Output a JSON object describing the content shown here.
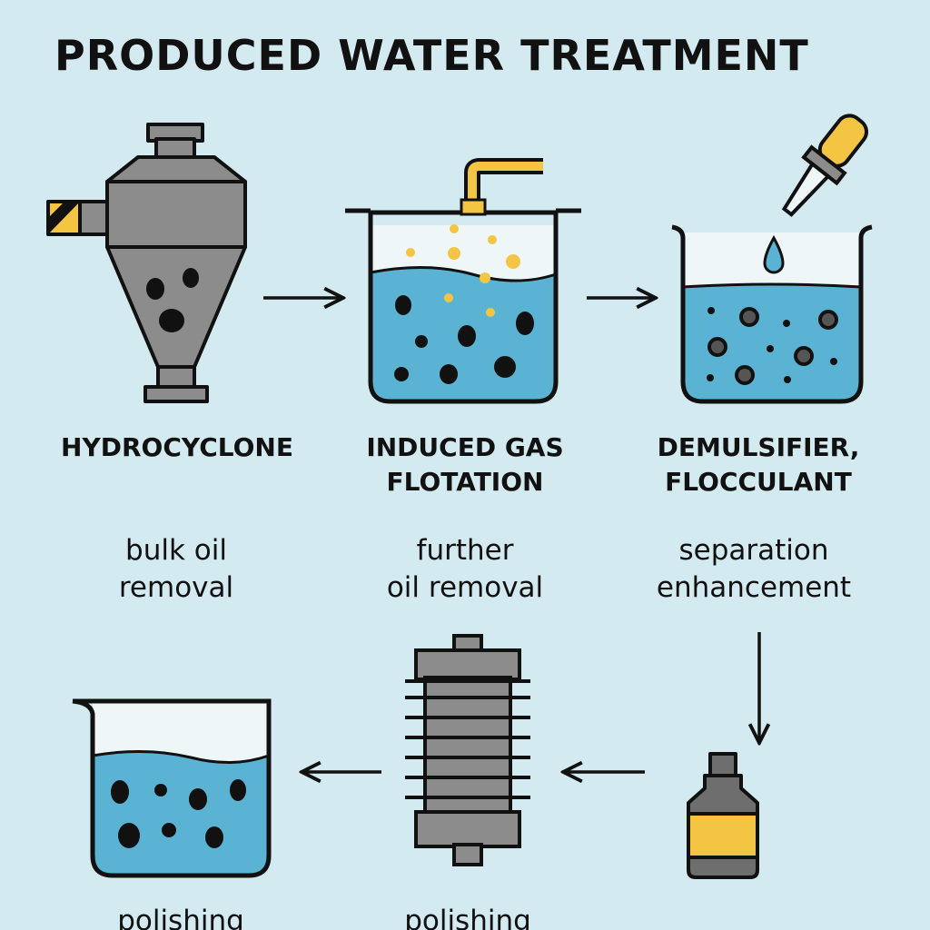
{
  "title": "PRODUCED WATER TREATMENT",
  "colors": {
    "background": "#d3eaf0",
    "water": "#5bb3d4",
    "metal": "#8c8c8c",
    "accent": "#f4c542",
    "ink": "#111111"
  },
  "steps": [
    {
      "name": "HYDROCYCLONE",
      "description": "bulk oil\nremoval",
      "icon": "hydrocyclone-icon"
    },
    {
      "name": "INDUCED GAS\nFLOTATION",
      "description": "further\noil removal",
      "icon": "flotation-tank-icon"
    },
    {
      "name": "DEMULSIFIER,\nFLOCCULANT",
      "description": "separation\nenhancement",
      "icon": "dropper-beaker-icon"
    },
    {
      "name": "",
      "description": "",
      "icon": "chemical-bottle-icon"
    },
    {
      "name": "",
      "description": "polishing",
      "icon": "filter-cartridge-icon"
    },
    {
      "name": "",
      "description": "polishing",
      "icon": "polished-water-beaker-icon"
    }
  ],
  "arrows": [
    {
      "from": 0,
      "to": 1
    },
    {
      "from": 1,
      "to": 2
    },
    {
      "from": 2,
      "to": 3
    },
    {
      "from": 3,
      "to": 4
    },
    {
      "from": 4,
      "to": 5
    }
  ]
}
